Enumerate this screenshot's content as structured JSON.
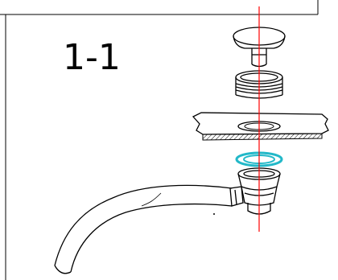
{
  "step_label": "1-1",
  "colors": {
    "line": "#000000",
    "axis": "#ff0000",
    "gasket": "#22b8c8",
    "background": "#ffffff"
  },
  "parts": [
    {
      "name": "stopper-cap"
    },
    {
      "name": "threaded-basket-nut"
    },
    {
      "name": "sink-panel"
    },
    {
      "name": "sealing-gasket"
    },
    {
      "name": "drain-body"
    },
    {
      "name": "drain-hose"
    }
  ]
}
